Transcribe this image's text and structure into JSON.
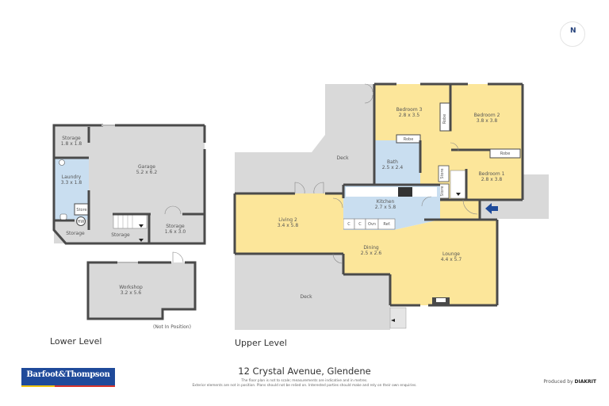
{
  "compass": {
    "label": "N"
  },
  "lower_level": {
    "title": "Lower Level",
    "note": "(Not In Position)",
    "rooms": [
      {
        "name": "Storage",
        "size": "1.8 x 1.8"
      },
      {
        "name": "Garage",
        "size": "5.2 x 6.2"
      },
      {
        "name": "Laundry",
        "size": "3.3 x 1.8"
      },
      {
        "name": "Store",
        "size": ""
      },
      {
        "name": "HW",
        "size": ""
      },
      {
        "name": "Storage",
        "size": ""
      },
      {
        "name": "Storage",
        "size": ""
      },
      {
        "name": "Storage",
        "size": "1.6 x 3.0"
      },
      {
        "name": "Workshop",
        "size": "3.2 x 5.6"
      }
    ]
  },
  "upper_level": {
    "title": "Upper Level",
    "rooms": [
      {
        "name": "Bedroom 3",
        "size": "2.8 x 3.5"
      },
      {
        "name": "Bedroom 2",
        "size": "3.8 x 3.8"
      },
      {
        "name": "Bedroom 1",
        "size": "2.8 x 3.8"
      },
      {
        "name": "Bath",
        "size": "2.5 x 2.4"
      },
      {
        "name": "Kitchen",
        "size": "2.7 x 5.8"
      },
      {
        "name": "Living 2",
        "size": "3.4 x 5.8"
      },
      {
        "name": "Dining",
        "size": "2.5 x 2.6"
      },
      {
        "name": "Lounge",
        "size": "4.4 x 5.7"
      },
      {
        "name": "Deck",
        "size": ""
      },
      {
        "name": "Deck",
        "size": ""
      }
    ],
    "fixtures": [
      "Robe",
      "Robe",
      "Robe",
      "Store",
      "Store",
      "C",
      "C",
      "Ovn",
      "Ref."
    ]
  },
  "footer": {
    "address": "12 Crystal Avenue, Glendene",
    "disclaimer_1": "The floor plan is not to scale; measurements are indicative and in metres.",
    "disclaimer_2": "Exterior elements are not in position. Plans should not be relied on. Interested parties should make and rely on their own enquiries.",
    "brand": "Barfoot&Thompson",
    "produced_by_label": "Produced by",
    "produced_by_brand": "DIAKRIT"
  },
  "colors": {
    "wall": "#4a4a4a",
    "living": "#fce69a",
    "wet": "#c9def0",
    "exterior": "#d9d9d9",
    "entry_arrow": "#1f4a9a",
    "brand_blue": "#1f4a9a"
  }
}
